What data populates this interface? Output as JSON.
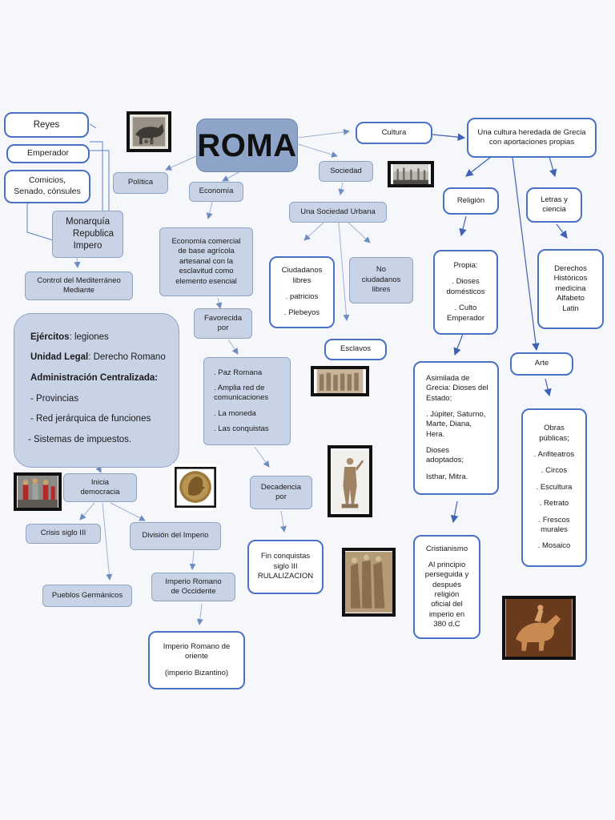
{
  "title": "ROMA",
  "colors": {
    "filled": "#c9d3e6",
    "outline": "#4a72c4",
    "title_fill": "#8ea4c8",
    "arrow": "#6f8cc0"
  },
  "nodes": {
    "reyes": "Reyes",
    "emperador": "Emperador",
    "comicios": [
      "Comicios,",
      "Senado, cónsules"
    ],
    "monarquia": [
      "Monarquía",
      "Republica",
      "Impero"
    ],
    "politica": "Política",
    "economia": "Economía",
    "control": [
      "Control del Mediterráneo",
      "Mediante"
    ],
    "economia_comercial": [
      "Economía comercial",
      "de base agrícola",
      "artesanal con la",
      "esclavitud como",
      "elemento esencial"
    ],
    "favorecida": [
      "Favorecida",
      "por"
    ],
    "favorecida_items": [
      ". Paz Romana",
      ". Amplia red de comunicaciones",
      ". La moneda",
      ". Las conquistas"
    ],
    "gobierno": {
      "ejercitos_label": "Ejércitos",
      "ejercitos_text": ": legiones",
      "unidad_label": "Unidad Legal",
      "unidad_text": ": Derecho Romano",
      "admin_label": "Administración Centralizada:",
      "items": [
        "- Provincias",
        "- Red jerárquica de funciones",
        "- Sistemas de impuestos."
      ]
    },
    "inicia": [
      "Inicia",
      "democracia"
    ],
    "crisis": "Crisis siglo III",
    "division": "División del Imperio",
    "pueblos": "Pueblos Germánicos",
    "occidente": [
      "Imperio Romano",
      "de Occidente"
    ],
    "oriente": [
      "Imperio Romano de",
      "oriente",
      "(imperio Bizantino)"
    ],
    "decadencia": [
      "Decadencia",
      "por"
    ],
    "fin_conquistas": [
      "Fin conquistas",
      "siglo III",
      "RULALIZACION"
    ],
    "cultura": "Cultura",
    "sociedad": "Sociedad",
    "sociedad_urbana": "Una Sociedad Urbana",
    "ciudadanos": [
      "Ciudadanos",
      "libres",
      ". patricios",
      ". Plebeyos"
    ],
    "no_ciudadanos": [
      "No",
      "ciudadanos",
      "libres"
    ],
    "esclavos": "Esclavos",
    "cultura_heredada": [
      "Una cultura heredada de Grecia",
      "con aportaciones propias"
    ],
    "religion": "Religión",
    "letras": [
      "Letras y",
      "ciencia"
    ],
    "propia": [
      "Propia:",
      ". Dioses",
      "domésticos",
      ". Culto",
      "Emperador"
    ],
    "derechos": [
      "Derechos",
      "Históricos",
      "medicina",
      "Alfabeto",
      "Latin"
    ],
    "asimilada": [
      "Asimilada de",
      "Grecia: Dioses del",
      "Estado;",
      ". Júpiter, Saturno,",
      "Marte, Diana,",
      "Hera.",
      "Dioses",
      "adoptados;",
      "Isthar, Mitra."
    ],
    "arte": "Arte",
    "obras": [
      "Obras",
      "públicas;",
      ". Anfiteatros",
      ". Circos",
      ". Escultura",
      ". Retrato",
      ". Frescos",
      "murales",
      ". Mosaico"
    ],
    "cristianismo": [
      "Cristianismo",
      "Al principio",
      "perseguida y",
      "después",
      "religión",
      "oficial del",
      "imperio en",
      "380 d.C"
    ]
  },
  "images": [
    "she-wolf-photo",
    "forum-photo",
    "soldiers-photo",
    "coin-photo",
    "statue-photo",
    "frieze-photo",
    "relief-photo",
    "horse-relief-photo"
  ]
}
